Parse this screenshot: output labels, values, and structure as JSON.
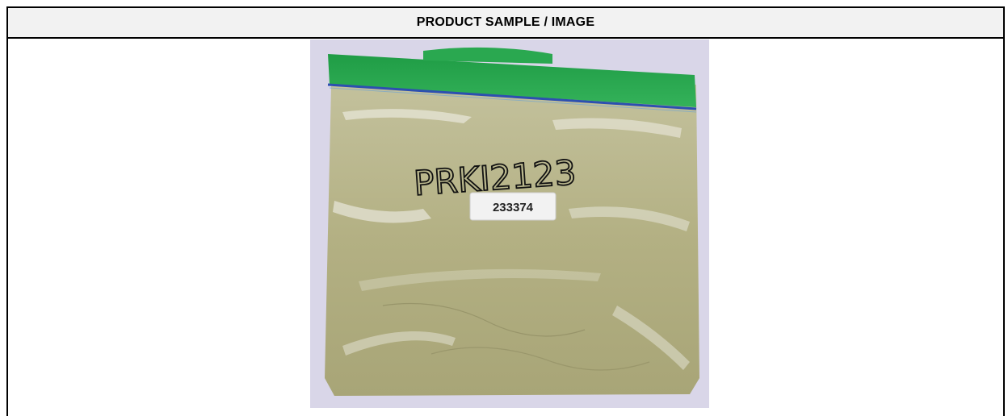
{
  "section": {
    "title": "PRODUCT SAMPLE / IMAGE"
  },
  "photo": {
    "handwritten_mark": "PRKI2123",
    "label_number": "233374",
    "colors": {
      "background": "#d9d6e8",
      "zipper_green": "#22a84a",
      "zipper_blue": "#2d4fb0",
      "powder": "#b9b68c"
    }
  }
}
